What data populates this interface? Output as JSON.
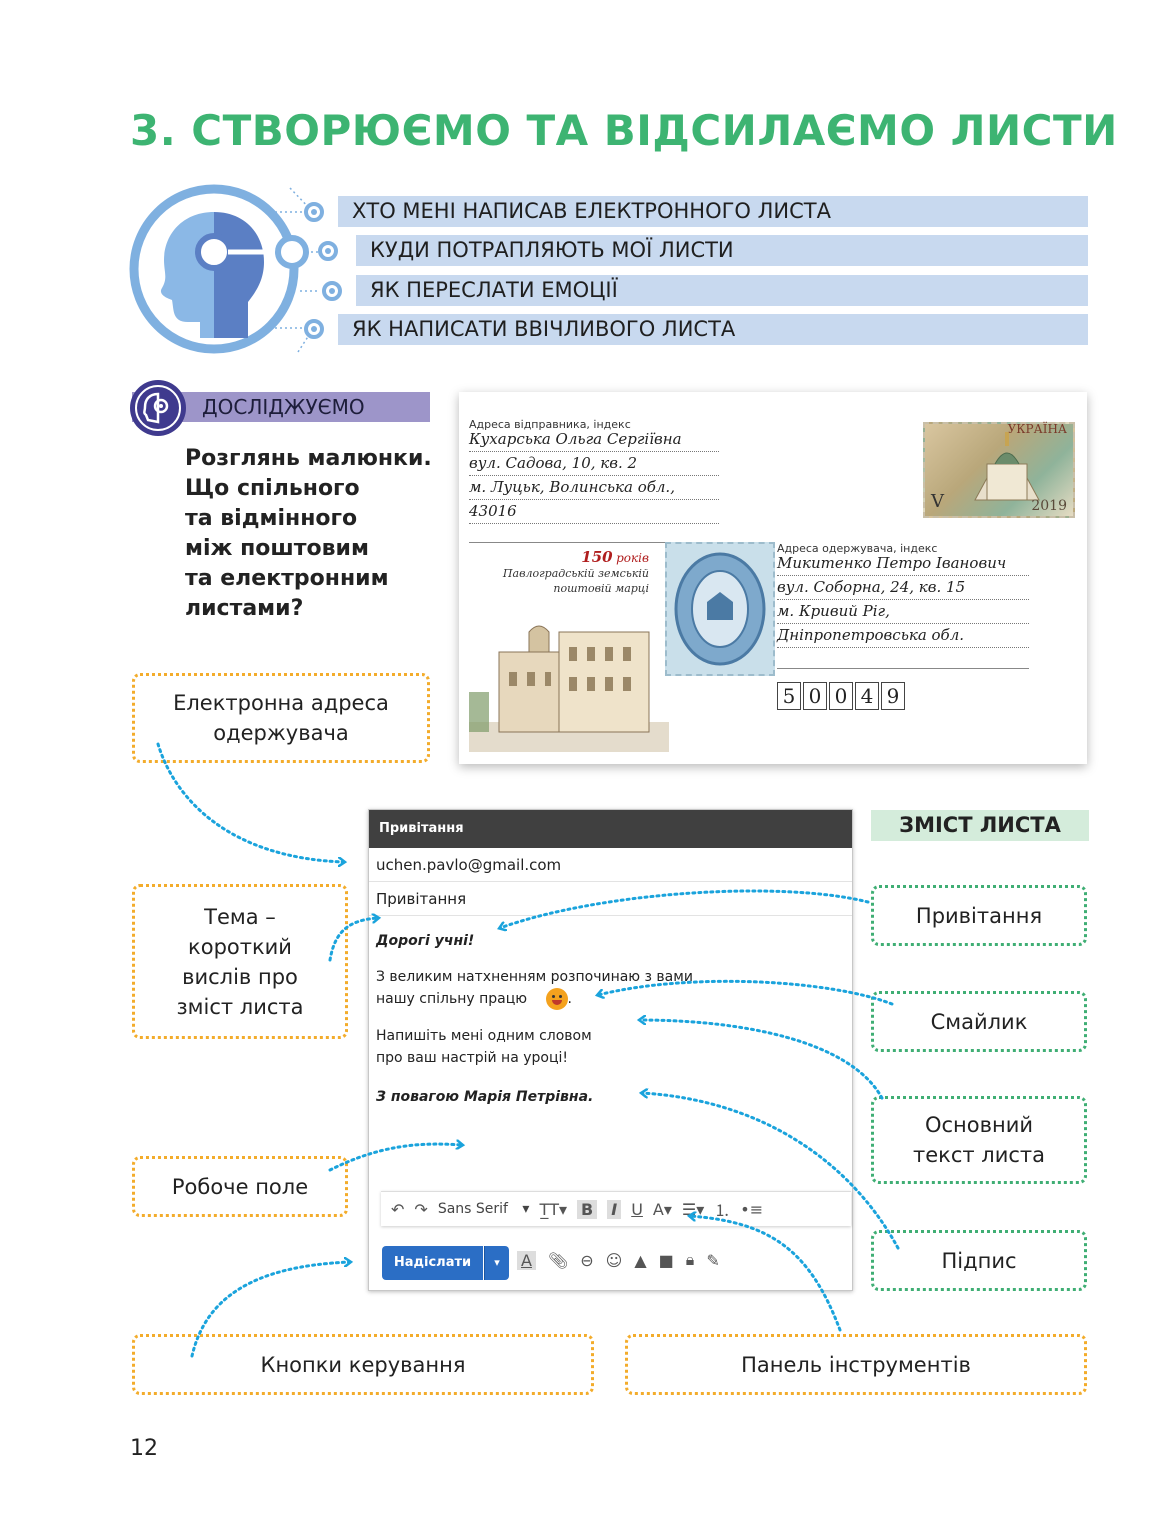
{
  "title": "3. СТВОРЮЄМО ТА ВІДСИЛАЄМО ЛИСТИ",
  "topics": [
    "ХТО МЕНІ НАПИСАВ ЕЛЕКТРОННОГО ЛИСТА",
    "КУДИ ПОТРАПЛЯЮТЬ МОЇ ЛИСТИ",
    "ЯК ПЕРЕСЛАТИ ЕМОЦІЇ",
    "ЯК НАПИСАТИ ВВІЧЛИВОГО ЛИСТА"
  ],
  "section": {
    "label": "ДОСЛІДЖУЄМО"
  },
  "question": [
    "Розглянь малюнки.",
    "Що спільного",
    "та відмінного",
    "між поштовим",
    "та електронним",
    "листами?"
  ],
  "envelope": {
    "sender_label": "Адреса відправника, індекс",
    "sender_lines": [
      "Кухарська Ольга Сергіївна",
      "вул. Садова, 10, кв. 2",
      "м. Луцьк, Волинська обл.,",
      "43016"
    ],
    "stamp_country": "УКРАЇНА",
    "stamp_letter": "V",
    "stamp_year": "2019",
    "anniversary_number": "150",
    "anniversary_word": "років",
    "anniversary_text": [
      "Павлоградській земській",
      "поштовій марці"
    ],
    "recipient_label": "Адреса одержувача, індекс",
    "recipient_lines": [
      "Микитенко Петро Іванович",
      "вул. Соборна, 24, кв. 15",
      "м. Кривий Ріг,",
      "Дніпропетровська обл."
    ],
    "zip_digits": [
      "5",
      "0",
      "0",
      "4",
      "9"
    ]
  },
  "callouts": {
    "recipient_address": [
      "Електронна адреса",
      "одержувача"
    ],
    "subject": [
      "Тема –",
      "короткий",
      "вислів про",
      "зміст листа"
    ],
    "work_area": "Робоче поле",
    "control_buttons": "Кнопки керування",
    "toolbar": "Панель інструментів",
    "content_tag": "ЗМІСТ ЛИСТА",
    "greeting": "Привітання",
    "smiley": "Смайлик",
    "main_text": [
      "Основний",
      "текст листа"
    ],
    "signature": "Підпис"
  },
  "mail": {
    "header": "Привітання",
    "to": "uchen.pavlo@gmail.com",
    "subject": "Привітання",
    "greeting": "Дорогі учні!",
    "body1": [
      "З великим натхненням розпочинаю з вами",
      "нашу спільну працю"
    ],
    "body2": [
      "Напишіть мені одним словом",
      "про ваш настрій на уроці!"
    ],
    "signature": "З повагою Марія Петрівна.",
    "font_name": "Sans Serif",
    "send_label": "Надіслати"
  },
  "colors": {
    "title_green": "#3db472",
    "topic_blue": "#c8d9ef",
    "section_purple": "#9d95c9",
    "callout_orange": "#f3ac2b",
    "callout_green": "#3fae74",
    "arrow_blue": "#1aa3dc"
  },
  "page_number": "12"
}
